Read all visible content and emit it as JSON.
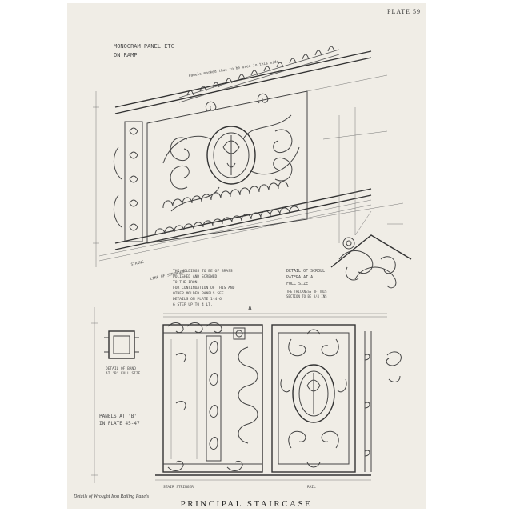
{
  "plate": {
    "number": "PLATE 59"
  },
  "upper_panel": {
    "title_line1": "MONOGRAM PANEL ETC",
    "title_line2": "ON RAMP",
    "note_top": "Panels marked thus to be used in this side",
    "string_label": "STRING",
    "stair_label": "LINE OF STRINGER",
    "note_block": [
      "THE MOLDINGS TO BE OF BRASS",
      "POLISHED AND SCREWED",
      "TO THE IRON.",
      "FOR CONTINUATION OF THIS AND",
      "OTHER MOLDED PANELS SEE",
      "DETAILS ON PLATE 1-4-6",
      "6 STEP UP TO 4 LT."
    ],
    "detail_label": [
      "DETAIL OF SCROLL",
      "PATERA AT A",
      "FULL SIZE"
    ],
    "detail_note": [
      "THE THICKNESS OF THIS",
      "SECTION TO BE 3/4 INS"
    ]
  },
  "lower_panel": {
    "marker": "A",
    "band_label": [
      "DETAIL OF BAND",
      "AT 'B' FULL SIZE"
    ],
    "panels_note": [
      "PANELS AT 'B'",
      "IN PLATE 45-47"
    ],
    "stair_label": "STAIR STRINGER",
    "rail_label": "RAIL"
  },
  "footer": {
    "caption": "Details of Wrought Iron Railing Panels",
    "title": "PRINCIPAL STAIRCASE"
  }
}
